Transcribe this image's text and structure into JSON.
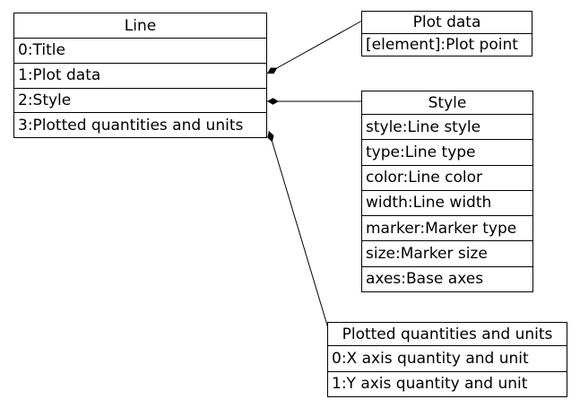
{
  "diagram": {
    "background_color": "#ffffff",
    "line_color": "#000000",
    "text_color": "#000000",
    "boxes": {
      "line": {
        "title": "Line",
        "rows": [
          "0:Title",
          "1:Plot data",
          "2:Style",
          "3:Plotted quantities and units"
        ]
      },
      "plot_data": {
        "title": "Plot data",
        "rows": [
          "[element]:Plot point"
        ]
      },
      "style": {
        "title": "Style",
        "rows": [
          "style:Line style",
          "type:Line type",
          "color:Line color",
          "width:Line width",
          "marker:Marker type",
          "size:Marker size",
          "axes:Base axes"
        ]
      },
      "plotted": {
        "title": "Plotted quantities and units",
        "rows": [
          "0:X axis quantity and unit",
          "1:Y axis quantity and unit"
        ]
      }
    },
    "edges": [
      {
        "from": "Line.1:Plot data",
        "to": "Plot data",
        "connector": "filled-diamond"
      },
      {
        "from": "Line.2:Style",
        "to": "Style",
        "connector": "filled-diamond"
      },
      {
        "from": "Line.3:Plotted quantities and units",
        "to": "Plotted quantities and units",
        "connector": "filled-diamond"
      }
    ]
  }
}
